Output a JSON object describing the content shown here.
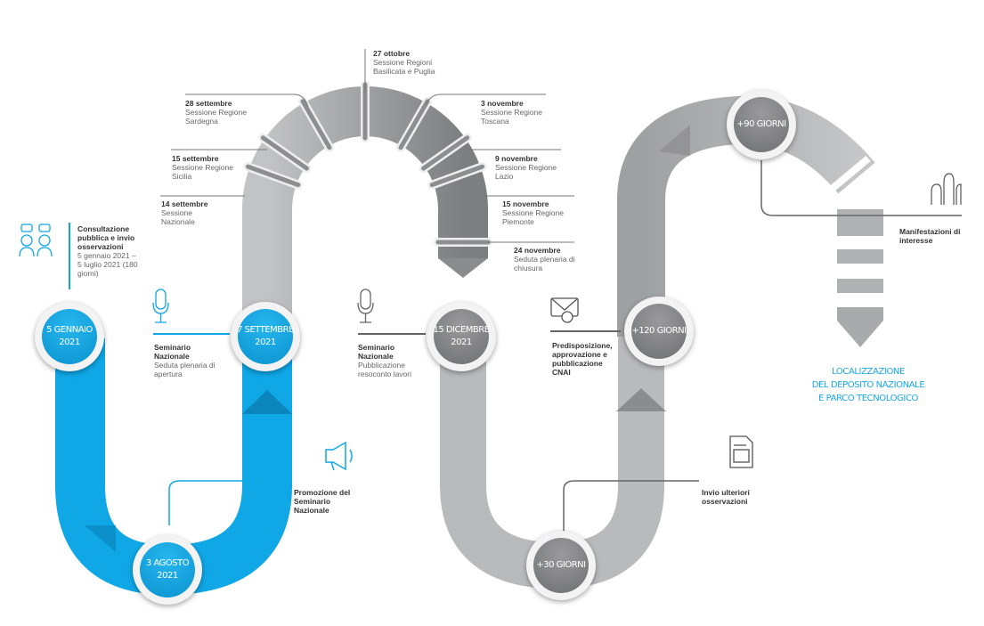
{
  "colors": {
    "blue": "#0fa7e6",
    "gray": "#b9babc",
    "dark_gray": "#6e6f71"
  },
  "milestones": [
    {
      "line1": "5 GENNAIO",
      "line2": "2021"
    },
    {
      "line1": "3 AGOSTO",
      "line2": "2021"
    },
    {
      "line1": "7 SETTEMBRE",
      "line2": "2021"
    },
    {
      "line1": "15 DICEMBRE",
      "line2": "2021"
    },
    {
      "line1": "+30 GIORNI",
      "line2": ""
    },
    {
      "line1": "+120 GIORNI",
      "line2": ""
    },
    {
      "line1": "+90 GIORNI",
      "line2": ""
    }
  ],
  "sessions": [
    {
      "date": "14 settembre",
      "text": "Sessione Nazionale"
    },
    {
      "date": "15 settembre",
      "text": "Sessione Regione Sicilia"
    },
    {
      "date": "28 settembre",
      "text": "Sessione Regione Sardegna"
    },
    {
      "date": "27 ottobre",
      "text": "Sessione Regioni Basilicata e Puglia"
    },
    {
      "date": "3 novembre",
      "text": "Sessione Regione Toscana"
    },
    {
      "date": "9 novembre",
      "text": "Sessione Regione Lazio"
    },
    {
      "date": "15 novembre",
      "text": "Sessione Regione Piemonte"
    },
    {
      "date": "24 novembre",
      "text": "Seduta plenaria di chiusura"
    }
  ],
  "events": {
    "consultazione": {
      "title": "Consultazione pubblica e invio osservazioni",
      "text": "5 gennaio 2021 – 5 luglio 2021 (180 giorni)",
      "icon": "people-chat-icon"
    },
    "seminario_apertura": {
      "title": "Seminario Nazionale",
      "text": "Seduta plenaria di apertura",
      "icon": "microphone-icon"
    },
    "seminario_resoconto": {
      "title": "Seminario Nazionale",
      "text": "Pubblicazione resoconto lavori",
      "icon": "microphone-icon"
    },
    "promozione": {
      "title": "Promozione del Seminario Nazionale",
      "icon": "megaphone-icon"
    },
    "cnai": {
      "title": "Predisposizione, approvazione e pubblicazione CNAI",
      "icon": "email-icon"
    },
    "osservazioni": {
      "title": "Invio ulteriori osservazioni",
      "icon": "document-icon"
    },
    "manifestazioni": {
      "title": "Manifestazioni di interesse",
      "icon": "raised-hands-icon"
    }
  },
  "final": {
    "line1": "LOCALIZZAZIONE",
    "line2": "DEL DEPOSITO NAZIONALE",
    "line3": "E PARCO TECNOLOGICO"
  }
}
